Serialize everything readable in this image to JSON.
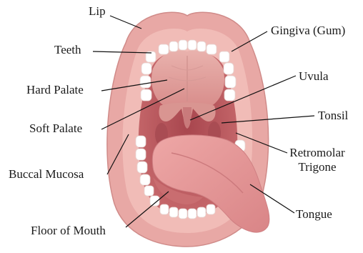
{
  "labels": {
    "lip": "Lip",
    "teeth": "Teeth",
    "hard_palate": "Hard Palate",
    "soft_palate": "Soft Palate",
    "buccal_mucosa": "Buccal Mucosa",
    "floor_of_mouth": "Floor of Mouth",
    "gingiva": "Gingiva (Gum)",
    "uvula": "Uvula",
    "tonsil": "Tonsil",
    "retromolar_1": "Retromolar",
    "retromolar_2": "Trigone",
    "tongue": "Tongue"
  },
  "colors": {
    "lip": "#e9aaa6",
    "lip_shadow": "#d88e8b",
    "gum": "#f0b6b1",
    "palate": "#e2a39f",
    "throat": "#b8545a",
    "throat_dark": "#983d44",
    "tongue": "#e59a9b",
    "tongue_dark": "#d17f82",
    "tooth": "#ffffff",
    "leader": "#111111"
  }
}
